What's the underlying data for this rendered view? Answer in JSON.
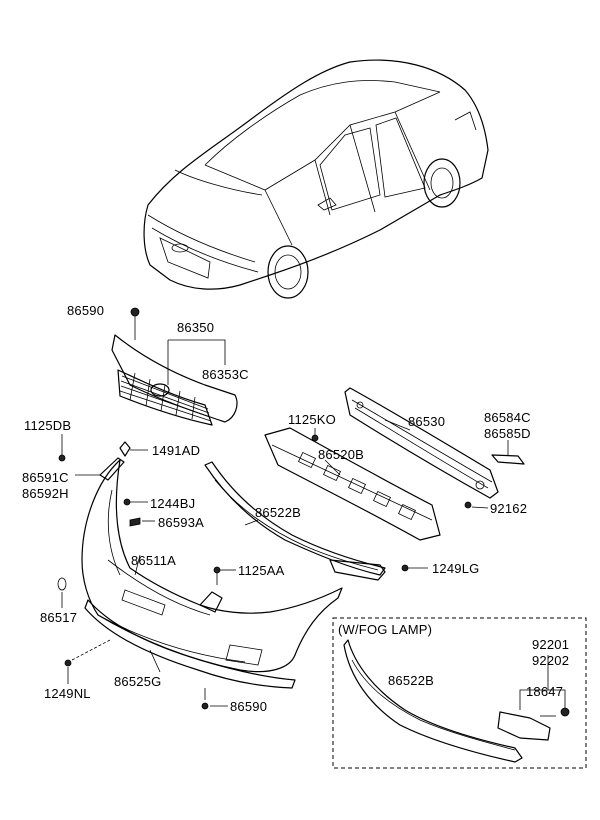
{
  "labels": {
    "p86590_top": "86590",
    "p86350": "86350",
    "p86353c": "86353C",
    "p1125db": "1125DB",
    "p1491ad": "1491AD",
    "p86591c": "86591C",
    "p86592h": "86592H",
    "p1244bj": "1244BJ",
    "p86593a": "86593A",
    "p1125ko": "1125KO",
    "p86530": "86530",
    "p86584c": "86584C",
    "p86585d": "86585D",
    "p86520b": "86520B",
    "p92162": "92162",
    "p86522b": "86522B",
    "p86511a": "86511A",
    "p1125aa": "1125AA",
    "p1249lg": "1249LG",
    "p86517": "86517",
    "p1249nl": "1249NL",
    "p86525g": "86525G",
    "p86590_bot": "86590",
    "fog_title": "(W/FOG LAMP)",
    "p92201": "92201",
    "p92202": "92202",
    "p86522b_fog": "86522B",
    "p18647": "18647"
  }
}
